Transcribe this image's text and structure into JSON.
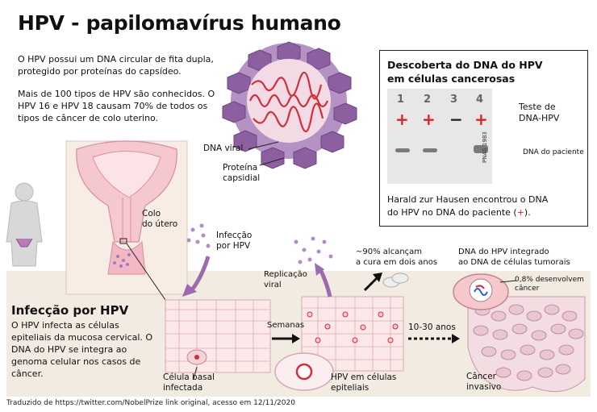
{
  "title": "HPV - papilomavírus humano",
  "intro": {
    "p1_line1": "O HPV possui um DNA circular de fita dupla,",
    "p1_line2": "protegido por proteínas do capsídeo.",
    "p2_line1": "Mais de 100 tipos de HPV são conhecidos. O",
    "p2_line2": "HPV 16 e HPV 18 causam 70% de todos os",
    "p2_line3": "tipos de câncer de colo uterino."
  },
  "virus": {
    "dna_label": "DNA viral",
    "protein_label_1": "Proteína",
    "protein_label_2": "capsidial"
  },
  "discovery": {
    "title_line1": "Descoberta do DNA do HPV",
    "title_line2": "em células cancerosas",
    "lanes": [
      "1",
      "2",
      "3",
      "4"
    ],
    "signs": [
      "+",
      "+",
      "−",
      "+"
    ],
    "test_label_1": "Teste de",
    "test_label_2": "DNA-HPV",
    "patient_dna": "DNA do paciente",
    "source": "PNAS 1983",
    "caption_line1": "Harald zur Hausen encontrou o DNA",
    "caption_line2_a": "do HPV no DNA do paciente (",
    "caption_line2_plus": "+",
    "caption_line2_b": ")."
  },
  "anatomy": {
    "cervix_1": "Colo",
    "cervix_2": "do útero",
    "infection_1": "Infecção",
    "infection_2": "por HPV"
  },
  "infection": {
    "heading": "Infecção por HPV",
    "text_line1": "O HPV infecta as células",
    "text_line2": "epiteliais da mucosa cervical. O",
    "text_line3": "DNA do HPV se integra ao",
    "text_line4": "genoma celular nos casos de",
    "text_line5": "câncer."
  },
  "stages": {
    "replication_1": "Replicação",
    "replication_2": "viral",
    "cure_1": "~90% alcançam",
    "cure_2": "a cura em dois anos",
    "weeks": "Semanas",
    "years": "10-30 anos",
    "basal_1": "Célula basal",
    "basal_2": "infectada",
    "epithelial_1": "HPV em células",
    "epithelial_2": "epiteliais",
    "integrated_1": "DNA do HPV integrado",
    "integrated_2": "ao DNA de células tumorais",
    "develop_1": "0,8% desenvolvem",
    "develop_2": "câncer",
    "invasive_1": "Câncer",
    "invasive_2": "invasivo"
  },
  "footer": "Traduzido de https://twitter.com/NobelPrize link original, acesso em 12/11/2020",
  "colors": {
    "red": "#e02020",
    "purple": "#9b6bb0",
    "band": "#f2ebe2",
    "tissue": "#f6d9dd"
  }
}
